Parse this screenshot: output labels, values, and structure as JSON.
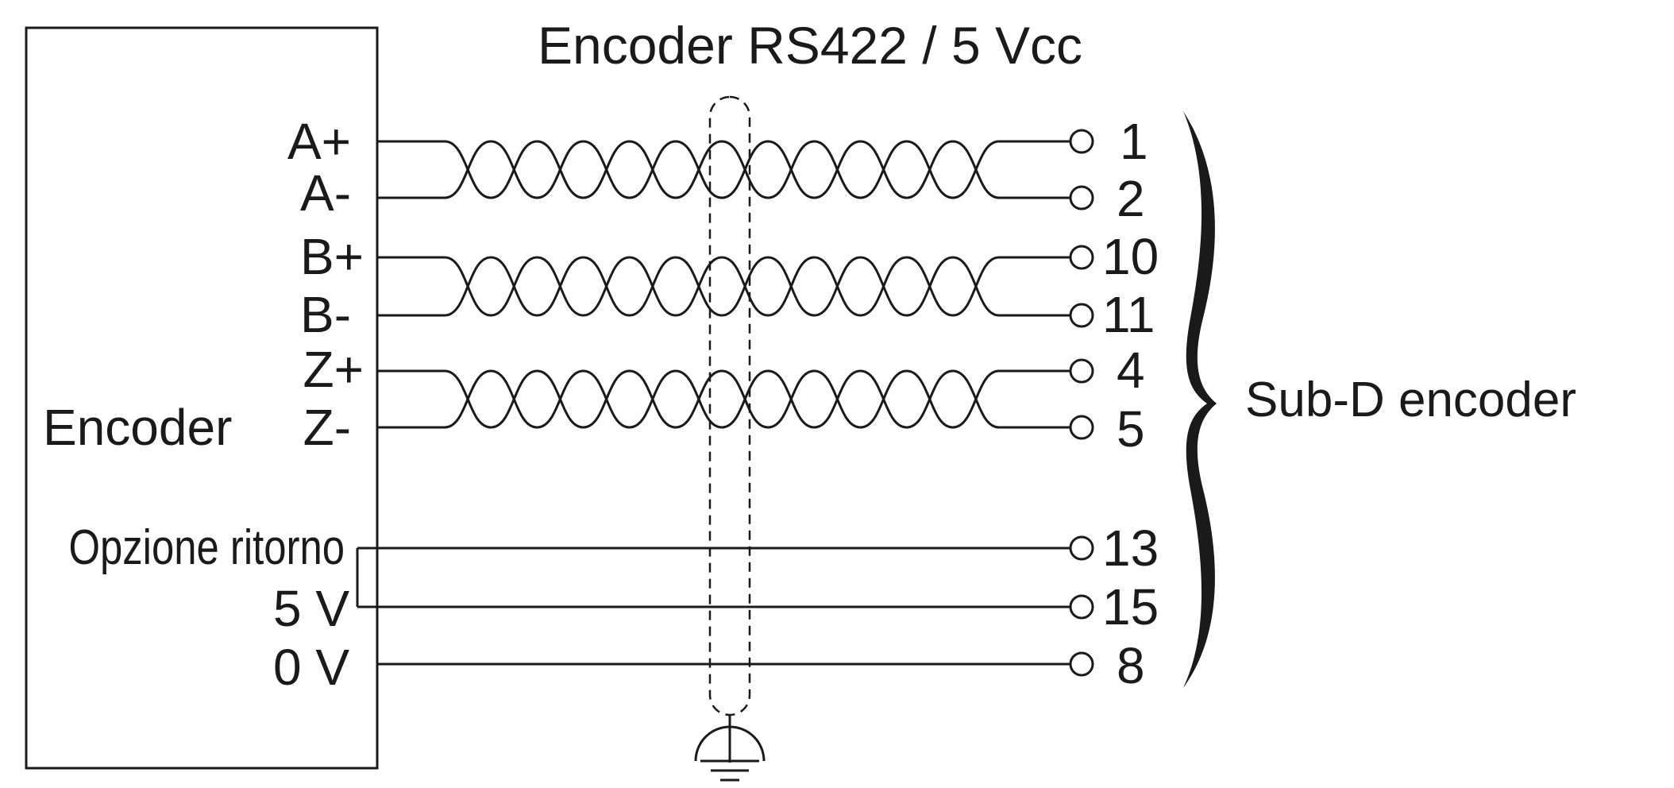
{
  "title": "Encoder RS422 / 5 Vcc",
  "device_label": "Encoder",
  "connector_label": "Sub-D encoder",
  "option_label": {
    "line1": "Opzione ritorno",
    "line2": "5 V"
  },
  "signals": [
    {
      "label": "A+",
      "pin": "1"
    },
    {
      "label": "A-",
      "pin": "2"
    },
    {
      "label": "B+",
      "pin": "10"
    },
    {
      "label": "B-",
      "pin": "11"
    },
    {
      "label": "Z+",
      "pin": "4"
    },
    {
      "label": "Z-",
      "pin": "5"
    }
  ],
  "return_pins": [
    "13",
    "15"
  ],
  "ground": {
    "label": "0 V",
    "pin": "8"
  },
  "icons": [
    "ground-icon",
    "twisted-pair-icon",
    "terminal-icon",
    "brace-icon"
  ]
}
